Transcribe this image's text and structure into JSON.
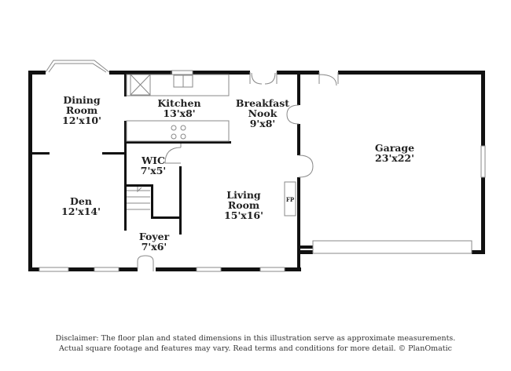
{
  "rooms": [
    {
      "name": "Dining\nRoom",
      "dims": "12'x10'"
    },
    {
      "name": "Kitchen",
      "dims": "13'x8'"
    },
    {
      "name": "Breakfast\nNook",
      "dims": "9'x8'"
    },
    {
      "name": "Garage",
      "dims": "23'x22'"
    },
    {
      "name": "WIC",
      "dims": "7'x5'"
    },
    {
      "name": "Den",
      "dims": "12'x14'"
    },
    {
      "name": "Living\nRoom",
      "dims": "15'x16'"
    },
    {
      "name": "Foyer",
      "dims": "7'x6'"
    }
  ],
  "fireplace_label": "FP",
  "disclaimer": {
    "line1": "Disclaimer: The floor plan and stated dimensions in this illustration serve as approximate measurements.",
    "line2": "Actual square footage and features may vary. Read terms and conditions for more detail. © PlanOmatic"
  }
}
